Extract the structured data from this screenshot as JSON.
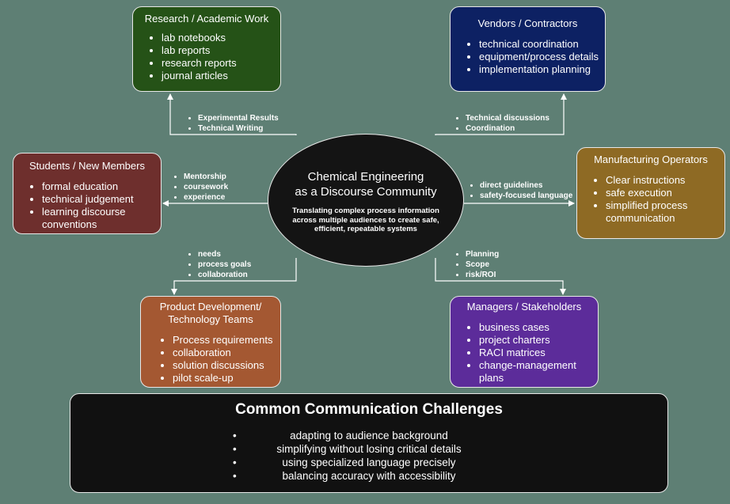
{
  "center": {
    "title_line1": "Chemical Engineering",
    "title_line2": "as a Discourse Community",
    "subtitle": "Translating complex process information across multiple audiences to create safe, efficient, repeatable systems"
  },
  "nodes": {
    "research": {
      "title": "Research / Academic Work",
      "items": [
        "lab notebooks",
        "lab reports",
        "research reports",
        "journal articles"
      ],
      "color": "#255217"
    },
    "vendors": {
      "title": "Vendors / Contractors",
      "items": [
        "technical coordination",
        "equipment/process details",
        "implementation planning"
      ],
      "color": "#0d2163"
    },
    "students": {
      "title": "Students / New Members",
      "items": [
        "formal education",
        "technical judgement",
        "learning discourse conventions"
      ],
      "color": "#6e2f2d"
    },
    "manufacturing": {
      "title": "Manufacturing Operators",
      "items": [
        "Clear instructions",
        "safe execution",
        "simplified process communication"
      ],
      "color": "#8e6a24"
    },
    "product": {
      "title": "Product Development/\nTechnology Teams",
      "items": [
        "Process requirements",
        "collaboration",
        "solution discussions",
        "pilot scale-up"
      ],
      "color": "#a45832"
    },
    "managers": {
      "title": "Managers / Stakeholders",
      "items": [
        "business cases",
        "project charters",
        "RACI matrices",
        "change-management plans"
      ],
      "color": "#5c2c9a"
    }
  },
  "edge_labels": {
    "research": [
      "Experimental Results",
      "Technical Writing"
    ],
    "vendors": [
      "Technical discussions",
      "Coordination"
    ],
    "students": [
      "Mentorship",
      "coursework",
      "experience"
    ],
    "manufacturing": [
      "direct guidelines",
      "safety-focused language"
    ],
    "product": [
      "needs",
      "process goals",
      "collaboration"
    ],
    "managers": [
      "Planning",
      "Scope",
      "risk/ROI"
    ]
  },
  "challenges": {
    "title": "Common Communication Challenges",
    "bullet": "•",
    "items": [
      "adapting to audience background",
      "simplifying without losing critical details",
      "using specialized language precisely",
      "balancing accuracy with accessibility"
    ]
  }
}
